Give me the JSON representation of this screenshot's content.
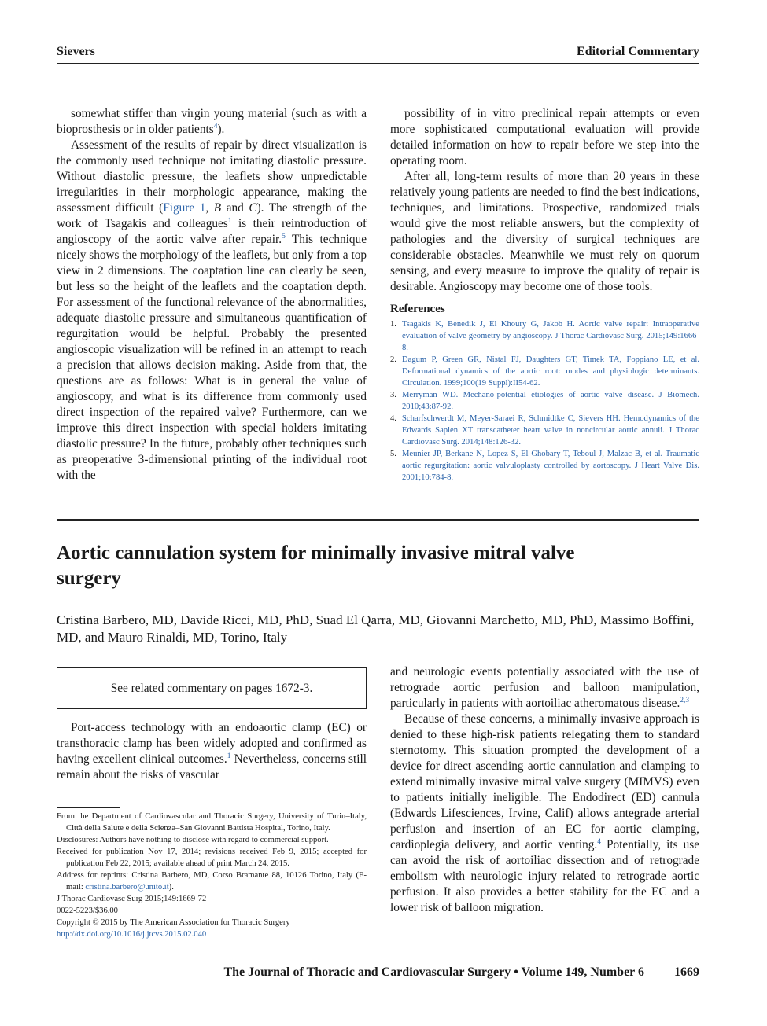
{
  "header": {
    "left": "Sievers",
    "right": "Editorial Commentary"
  },
  "prev_article": {
    "left_paras": [
      {
        "segments": [
          {
            "t": "somewhat stiffer than virgin young material (such as with a bioprosthesis or in older patients"
          },
          {
            "t": "4",
            "sup": true
          },
          {
            "t": ")."
          }
        ]
      },
      {
        "segments": [
          {
            "t": "Assessment of the results of repair by direct visualization is the commonly used technique not imitating diastolic pressure. Without diastolic pressure, the leaflets show unpredictable irregularities in their morphologic appearance, making the assessment difficult ("
          },
          {
            "t": "Figure 1",
            "link": true
          },
          {
            "t": ", "
          },
          {
            "t": "B",
            "em": true
          },
          {
            "t": " and "
          },
          {
            "t": "C",
            "em": true
          },
          {
            "t": "). The strength of the work of Tsagakis and colleagues"
          },
          {
            "t": "1",
            "sup": true
          },
          {
            "t": " is their reintroduction of angioscopy of the aortic valve after repair."
          },
          {
            "t": "5",
            "sup": true
          },
          {
            "t": " This technique nicely shows the morphology of the leaflets, but only from a top view in 2 dimensions. The coaptation line can clearly be seen, but less so the height of the leaflets and the coaptation depth. For assessment of the functional relevance of the abnormalities, adequate diastolic pressure and simultaneous quantification of regurgitation would be helpful. Probably the presented angioscopic visualization will be refined in an attempt to reach a precision that allows decision making. Aside from that, the questions are as follows: What is in general the value of angioscopy, and what is its difference from commonly used direct inspection of the repaired valve? Furthermore, can we improve this direct inspection with special holders imitating diastolic pressure? In the future, probably other techniques such as preoperative 3-dimensional printing of the individual root with the"
          }
        ]
      }
    ],
    "right_paras": [
      {
        "segments": [
          {
            "t": "possibility of in vitro preclinical repair attempts or even more sophisticated computational evaluation will provide detailed information on how to repair before we step into the operating room."
          }
        ]
      },
      {
        "segments": [
          {
            "t": "After all, long-term results of more than 20 years in these relatively young patients are needed to find the best indications, techniques, and limitations. Prospective, randomized trials would give the most reliable answers, but the complexity of pathologies and the diversity of surgical techniques are considerable obstacles. Meanwhile we must rely on quorum sensing, and every measure to improve the quality of repair is desirable. Angioscopy may become one of those tools."
          }
        ]
      }
    ],
    "references_title": "References",
    "references": [
      {
        "num": "1.",
        "text": "Tsagakis K, Benedik J, El Khoury G, Jakob H. Aortic valve repair: Intraoperative evaluation of valve geometry by angioscopy. J Thorac Cardiovasc Surg. 2015;149:1666-8."
      },
      {
        "num": "2.",
        "text": "Dagum P, Green GR, Nistal FJ, Daughters GT, Timek TA, Foppiano LE, et al. Deformational dynamics of the aortic root: modes and physiologic determinants. Circulation. 1999;100(19 Suppl):II54-62."
      },
      {
        "num": "3.",
        "text": "Merryman WD. Mechano-potential etiologies of aortic valve disease. J Biomech. 2010;43:87-92."
      },
      {
        "num": "4.",
        "text": "Scharfschwerdt M, Meyer-Saraei R, Schmidtke C, Sievers HH. Hemodynamics of the Edwards Sapien XT transcatheter heart valve in noncircular aortic annuli. J Thorac Cardiovasc Surg. 2014;148:126-32."
      },
      {
        "num": "5.",
        "text": "Meunier JP, Berkane N, Lopez S, El Ghobary T, Teboul J, Malzac B, et al. Traumatic aortic regurgitation: aortic valvuloplasty controlled by aortoscopy. J Heart Valve Dis. 2001;10:784-8."
      }
    ]
  },
  "article": {
    "title": "Aortic cannulation system for minimally invasive mitral valve surgery",
    "authors": "Cristina Barbero, MD, Davide Ricci, MD, PhD, Suad El Qarra, MD, Giovanni Marchetto, MD, PhD, Massimo Boffini, MD, and Mauro Rinaldi, MD, Torino, Italy",
    "related_box": "See related commentary on pages 1672-3.",
    "left_paras": [
      {
        "segments": [
          {
            "t": "Port-access technology with an endoaortic clamp (EC) or transthoracic clamp has been widely adopted and confirmed as having excellent clinical outcomes."
          },
          {
            "t": "1",
            "sup": true
          },
          {
            "t": " Nevertheless, concerns still remain about the risks of vascular"
          }
        ]
      }
    ],
    "right_paras": [
      {
        "noindent": true,
        "segments": [
          {
            "t": "and neurologic events potentially associated with the use of retrograde aortic perfusion and balloon manipulation, particularly in patients with aortoiliac atheromatous disease."
          },
          {
            "t": "2,3",
            "sup": true
          }
        ]
      },
      {
        "segments": [
          {
            "t": "Because of these concerns, a minimally invasive approach is denied to these high-risk patients relegating them to standard sternotomy. This situation prompted the development of a device for direct ascending aortic cannulation and clamping to extend minimally invasive mitral valve surgery (MIMVS) even to patients initially ineligible. The Endodirect (ED) cannula (Edwards Lifesciences, Irvine, Calif) allows antegrade arterial perfusion and insertion of an EC for aortic clamping, cardioplegia delivery, and aortic venting."
          },
          {
            "t": "4",
            "sup": true
          },
          {
            "t": " Potentially, its use can avoid the risk of aortoiliac dissection and of retrograde embolism with neurologic injury related to retrograde aortic perfusion. It also provides a better stability for the EC and a lower risk of balloon migration."
          }
        ]
      }
    ],
    "footnotes": [
      {
        "text": "From the Department of Cardiovascular and Thoracic Surgery, University of Turin–Italy, Città della Salute e della Scienza–San Giovanni Battista Hospital, Torino, Italy."
      },
      {
        "text": "Disclosures: Authors have nothing to disclose with regard to commercial support."
      },
      {
        "text": "Received for publication Nov 17, 2014; revisions received Feb 9, 2015; accepted for publication Feb 22, 2015; available ahead of print March 24, 2015."
      },
      {
        "text": "Address for reprints: Cristina Barbero, MD, Corso Bramante 88, 10126 Torino, Italy (E-mail: ",
        "link": "cristina.barbero@unito.it",
        "after": ")."
      },
      {
        "text": "J Thorac Cardiovasc Surg 2015;149:1669-72"
      },
      {
        "text": "0022-5223/$36.00"
      },
      {
        "text": "Copyright © 2015 by The American Association for Thoracic Surgery"
      },
      {
        "text": "",
        "link": "http://dx.doi.org/10.1016/j.jtcvs.2015.02.040",
        "after": ""
      }
    ]
  },
  "footer": {
    "journal": "The Journal of Thoracic and Cardiovascular Surgery • Volume 149, Number 6",
    "page": "1669"
  }
}
